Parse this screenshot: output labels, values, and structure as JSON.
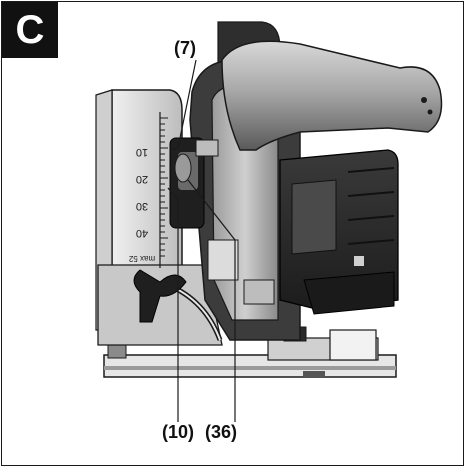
{
  "figure": {
    "badge": "C",
    "callouts": [
      {
        "id": "7",
        "text": "(7)"
      },
      {
        "id": "10",
        "text": "(10)"
      },
      {
        "id": "36",
        "text": "(36)"
      }
    ],
    "scale": {
      "ticks": [
        "10",
        "20",
        "30",
        "40"
      ],
      "max_label": "max 52"
    }
  },
  "colors": {
    "body_dark": "#2e2e2e",
    "body_mid": "#6b6b6b",
    "body_light": "#b8b8b8",
    "body_pale": "#dcdcdc",
    "outline": "#1a1a1a"
  }
}
